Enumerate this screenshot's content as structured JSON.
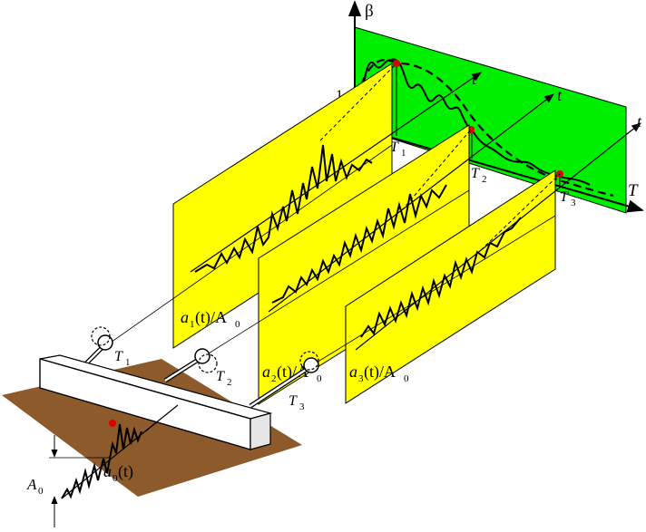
{
  "axis_labels": {
    "beta": "β",
    "period": "T",
    "time": "t",
    "one": "1"
  },
  "plane_labels": {
    "a1": "a",
    "a1_sub": "1",
    "a2": "a",
    "a2_sub": "2",
    "a3": "a",
    "a3_sub": "3",
    "open_t": "(t)/A",
    "a_zero_sub": "0"
  },
  "period_labels": [
    {
      "main": "T",
      "sub": "1"
    },
    {
      "main": "T",
      "sub": "2"
    },
    {
      "main": "T",
      "sub": "3"
    }
  ],
  "ground": {
    "amplitude_main": "A",
    "amplitude_sub": "0",
    "input_main": "a",
    "input_sub": "0",
    "input_tail": "(t)"
  },
  "colors": {
    "spectrum_plane": "#00ee00",
    "response_plane": "#ffff00",
    "ground": "#8c5a2b",
    "marker": "#e00000"
  },
  "icons": [
    "oscillator-icon",
    "arrow-icon"
  ]
}
